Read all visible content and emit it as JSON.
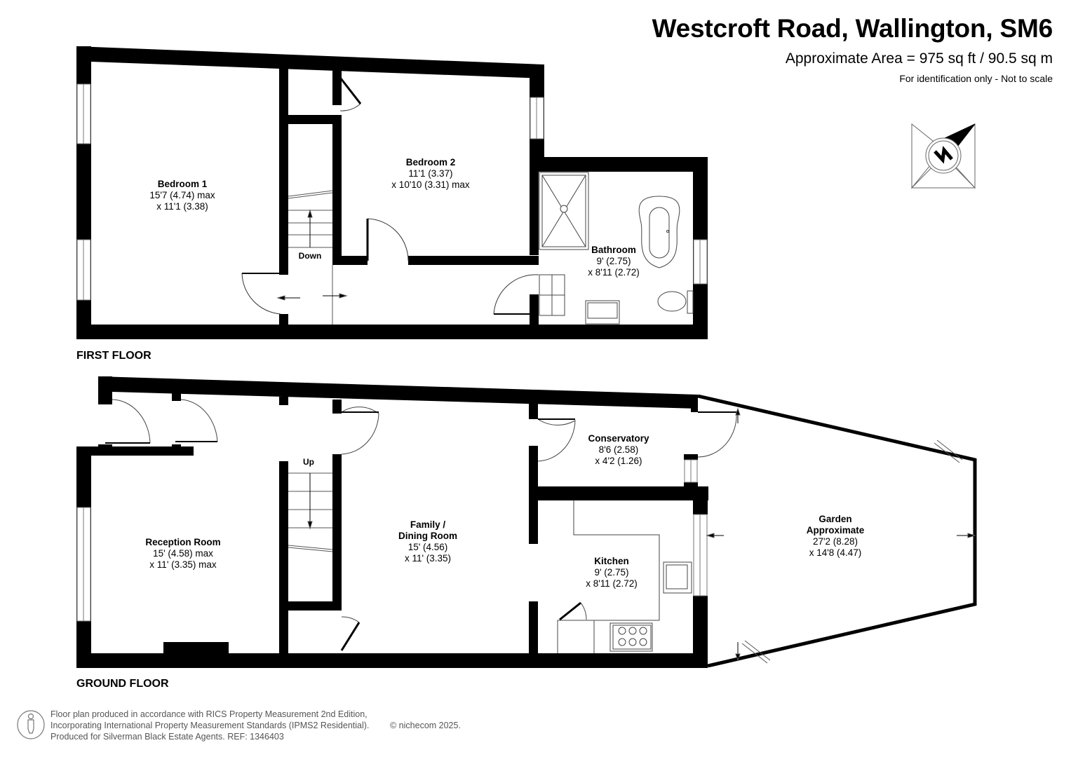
{
  "header": {
    "title": "Westcroft Road, Wallington, SM6",
    "area": "Approximate Area = 975 sq ft / 90.5 sq m",
    "note": "For identification only - Not to scale"
  },
  "compass": {
    "label": "N",
    "icon": "north-arrow-icon"
  },
  "first_floor": {
    "label": "FIRST FLOOR",
    "stairs_label": "Down",
    "rooms": [
      {
        "name": "Bedroom 1",
        "dim1": "15'7 (4.74) max",
        "dim2": "x 11'1 (3.38)"
      },
      {
        "name": "Bedroom 2",
        "dim1": "11'1 (3.37)",
        "dim2": "x 10'10 (3.31) max"
      },
      {
        "name": "Bathroom",
        "dim1": "9' (2.75)",
        "dim2": "x 8'11 (2.72)"
      }
    ]
  },
  "ground_floor": {
    "label": "GROUND FLOOR",
    "stairs_label": "Up",
    "rooms": [
      {
        "name": "Reception Room",
        "dim1": "15' (4.58) max",
        "dim2": "x 11' (3.35) max"
      },
      {
        "name": "Family /",
        "name2": "Dining Room",
        "dim1": "15' (4.56)",
        "dim2": "x 11' (3.35)"
      },
      {
        "name": "Conservatory",
        "dim1": "8'6 (2.58)",
        "dim2": "x 4'2 (1.26)"
      },
      {
        "name": "Kitchen",
        "dim1": "9' (2.75)",
        "dim2": "x 8'11 (2.72)"
      },
      {
        "name": "Garden",
        "name2": "Approximate",
        "dim1": "27'2 (8.28)",
        "dim2": "x 14'8 (4.47)"
      }
    ]
  },
  "footer": {
    "line1": "Floor plan produced in accordance with RICS Property Measurement 2nd Edition,",
    "line2": "Incorporating International Property Measurement Standards (IPMS2 Residential).",
    "line3": "Produced for Silverman Black Estate Agents.   REF: 1346403",
    "copyright": "© nichecom 2025."
  },
  "colors": {
    "wall": "#000000",
    "background": "#ffffff",
    "footer_text": "#555555"
  }
}
